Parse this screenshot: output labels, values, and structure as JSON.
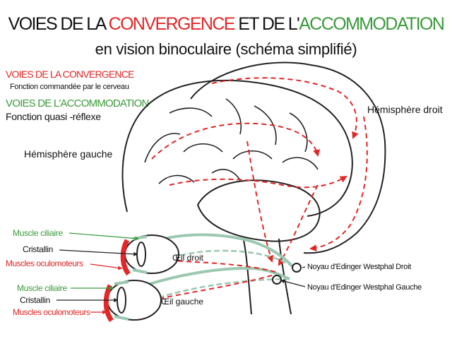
{
  "title": {
    "part1": "VOIES DE LA ",
    "convergence": "CONVERGENCE",
    "part2": " ET DE L'",
    "accommodation": "ACCOMMODATION",
    "line2": "en vision binoculaire (schéma simplifié)"
  },
  "legend": {
    "convergence_title": "VOIES DE LA CONVERGENCE",
    "convergence_desc": "Fonction commandée par le cerveau",
    "accommodation_title": "VOIES DE L'ACCOMMODATION",
    "accommodation_desc": "Fonction  quasi -réflexe"
  },
  "labels": {
    "hemisphere_droit": "Hémisphère droit",
    "hemisphere_gauche": "Hémisphère gauche",
    "muscle_ciliaire_1": "Muscle ciliaire",
    "cristallin_1": "Cristallin",
    "muscles_oculomoteurs_1": "Muscles oculomoteurs",
    "oeil_droit": "Œil droit",
    "muscle_ciliaire_2": "Muscle ciliaire",
    "cristallin_2": "Cristallin",
    "muscles_oculomoteurs_2": "Muscles oculomoteurs",
    "oeil_gauche": "Œil gauche",
    "noyau_droit": "Noyau d'Edinger  Westphal Droit",
    "noyau_gauche": "Noyau d'Edinger  Westphal Gauche"
  },
  "colors": {
    "convergence": "#e32626",
    "accommodation": "#3a9a3a",
    "outline": "#222222",
    "pathway_green": "#9cc8b0"
  }
}
